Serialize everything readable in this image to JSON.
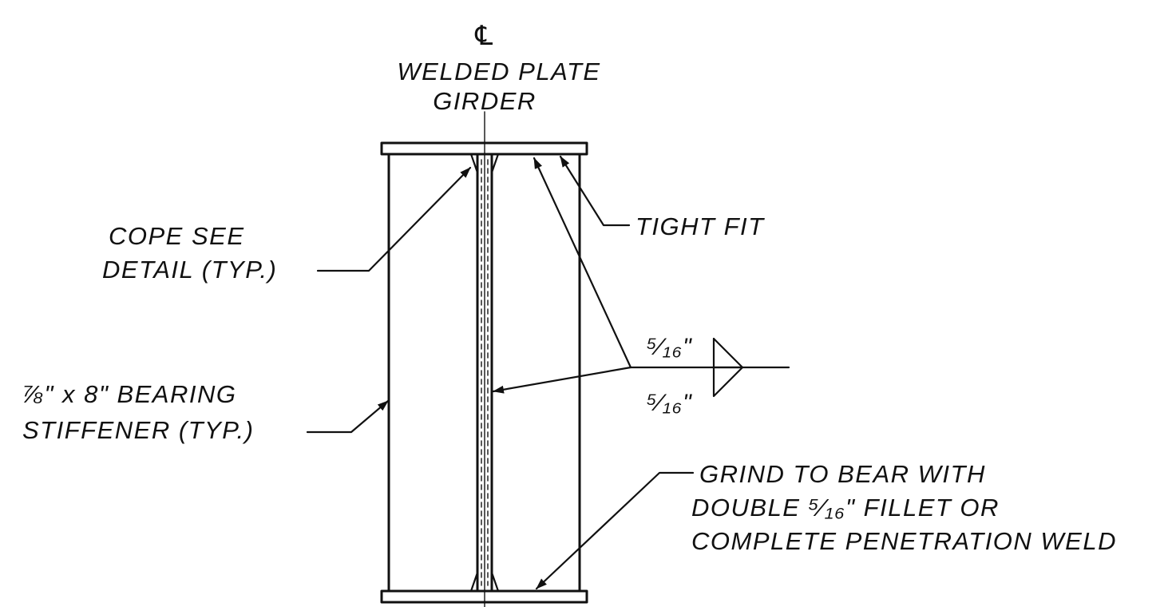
{
  "centerline": {
    "symbol": "℄",
    "label_line1": "WELDED PLATE",
    "label_line2": "GIRDER"
  },
  "notes": {
    "tight_fit": "TIGHT FIT",
    "cope_line1": "COPE SEE",
    "cope_line2": "DETAIL (TYP.)",
    "stiffener_line1": "⅞\" x 8\" BEARING",
    "stiffener_line2": "STIFFENER (TYP.)",
    "grind_line1": "GRIND TO BEAR WITH",
    "grind_line2": "DOUBLE ⁵⁄₁₆\" FILLET OR",
    "grind_line3": "COMPLETE PENETRATION WELD"
  },
  "weld_symbol": {
    "arrow_side_size": "⁵⁄₁₆\"",
    "other_side_size": "⁵⁄₁₆\""
  }
}
